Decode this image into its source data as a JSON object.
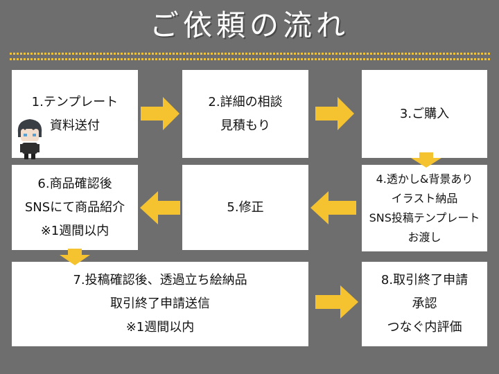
{
  "title": "ご依頼の流れ",
  "colors": {
    "background": "#6e6e6e",
    "accent": "#f5c330",
    "box": "#ffffff",
    "text": "#111111"
  },
  "steps": [
    {
      "lines": [
        "1.テンプレート",
        "資料送付"
      ]
    },
    {
      "lines": [
        "2.詳細の相談",
        "見積もり"
      ]
    },
    {
      "lines": [
        "3.ご購入"
      ]
    },
    {
      "lines": [
        "4.透かし&背景あり",
        "イラスト納品",
        "SNS投稿テンプレート",
        "お渡し"
      ]
    },
    {
      "lines": [
        "5.修正"
      ]
    },
    {
      "lines": [
        "6.商品確認後",
        "SNSにて商品紹介",
        "※1週間以内"
      ]
    },
    {
      "lines": [
        "7.投稿確認後、透過立ち絵納品",
        "取引終了申請送信",
        "※1週間以内"
      ]
    },
    {
      "lines": [
        "8.取引終了申請",
        "承認",
        "つなぐ内評価"
      ]
    }
  ],
  "icons": {
    "avatar": "character-avatar-icon",
    "arrow": "arrow-icon"
  }
}
